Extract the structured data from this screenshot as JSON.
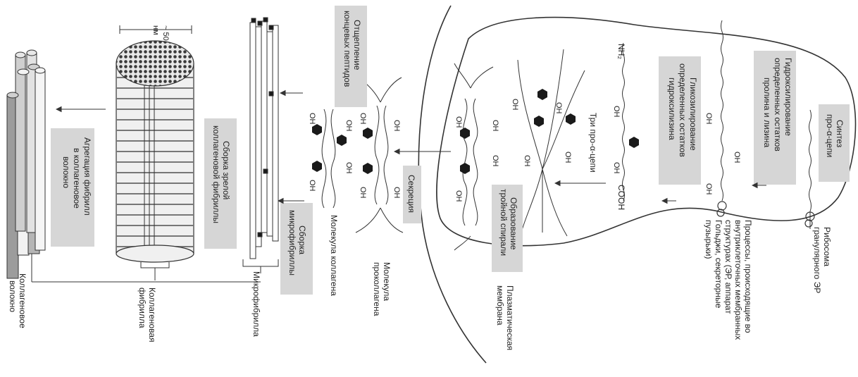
{
  "membrane": {
    "label_line1": "Плазматическая",
    "label_line2": "мембрана"
  },
  "organelle": {
    "ribosome_line1": "Рибосома",
    "ribosome_line2": "гранулярного ЭР",
    "processes_lines": [
      "Процессы, происходящие во",
      "внутриклеточных мембранных",
      "структурах (ЭР, аппарат",
      "Гольджи, секреторные",
      "пузырьки)"
    ]
  },
  "steps": {
    "synthesis": [
      "Синтез",
      "про-α-цепи"
    ],
    "hydroxylation": [
      "Гидроксилирование",
      "определенных остатков",
      "пролина и лизина"
    ],
    "glycosylation": [
      "Гликозилирование",
      "определенных остатков",
      "гидроксилизина"
    ],
    "triple_helix": [
      "Образование",
      "тройной спирали"
    ],
    "secretion": [
      "Секреция"
    ],
    "cleavage": [
      "Отщепление",
      "концевых пептидов"
    ],
    "microfibril_assembly": [
      "Сборка",
      "микрофибриллы"
    ],
    "fibril_assembly": [
      "Сборка зрелой",
      "коллагеновой фибриллы"
    ],
    "fiber_aggregation": [
      "Агрегация фибрилл",
      "в коллагеновое",
      "волокно"
    ]
  },
  "labels": {
    "nh2": "NH₂",
    "cooh": "COOH",
    "oh": "OH",
    "three_chains": "Три про-α-цепи",
    "procollagen": [
      "Молекула",
      "проколлагена"
    ],
    "collagen_molecule": "Молекула коллагена",
    "microfibril": "Микрофибрилла",
    "fibril": [
      "Коллагеновая",
      "фибрилла"
    ],
    "fiber": [
      "Коллагеновое",
      "волокно"
    ],
    "dimension": [
      "~ 50",
      "нм"
    ]
  },
  "colors": {
    "label_box": "#d6d6d6",
    "line": "#333333",
    "hexagon": "#1a1a1a"
  }
}
